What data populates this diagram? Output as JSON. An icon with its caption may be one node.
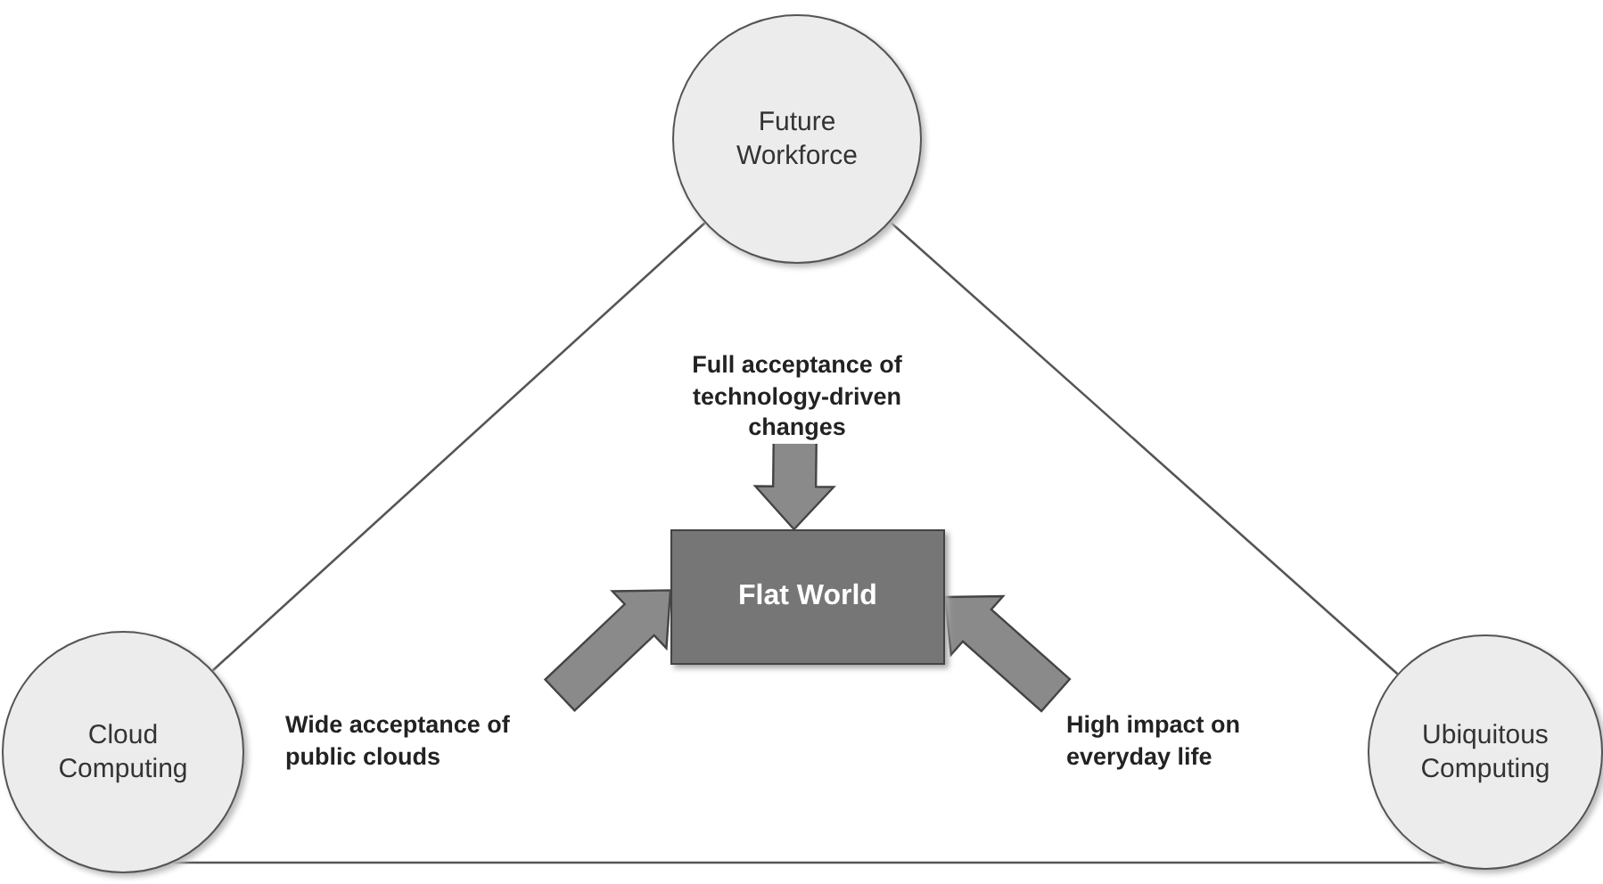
{
  "diagram": {
    "nodes": [
      {
        "text": [
          "Future Workforce"
        ]
      },
      {
        "text": [
          "Cloud Computing"
        ]
      },
      {
        "text": [
          "Ubiquitous Computing"
        ]
      },
      {
        "text": [
          "Flat World"
        ]
      }
    ],
    "edges": [
      {
        "from": 0,
        "to": 1,
        "arrow": "none"
      },
      {
        "from": 0,
        "to": 2,
        "arrow": "none"
      },
      {
        "from": 1,
        "to": 2,
        "arrow": "none"
      },
      {
        "from": null,
        "to": 3,
        "arrow": "to",
        "style": "thick",
        "label": "Full acceptance of technology-driven changes"
      },
      {
        "from": null,
        "to": 3,
        "arrow": "to",
        "style": "thick",
        "label": "Wide acceptance of public clouds"
      },
      {
        "from": null,
        "to": 3,
        "arrow": "to",
        "style": "thick",
        "label": "High impact on everyday life"
      }
    ]
  }
}
